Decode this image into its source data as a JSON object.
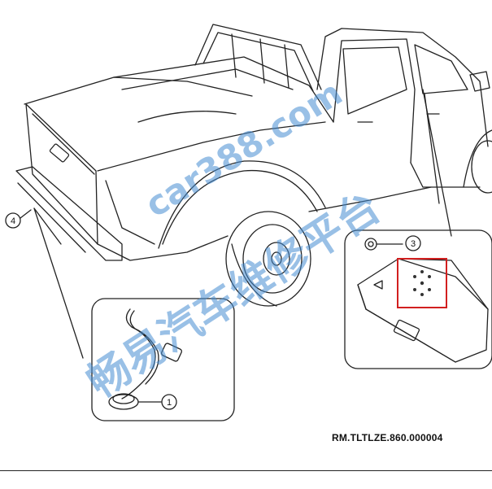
{
  "callouts": [
    {
      "number": "1"
    },
    {
      "number": "3"
    },
    {
      "number": "4"
    }
  ],
  "reference_code": "RM.TLTLZE.860.000004",
  "watermark": {
    "url": "car388.com",
    "site_name": "畅易汽车维修平台"
  },
  "colors": {
    "line": "#222222",
    "highlight_box": "#d21f1f",
    "watermark": "#468cd2"
  }
}
